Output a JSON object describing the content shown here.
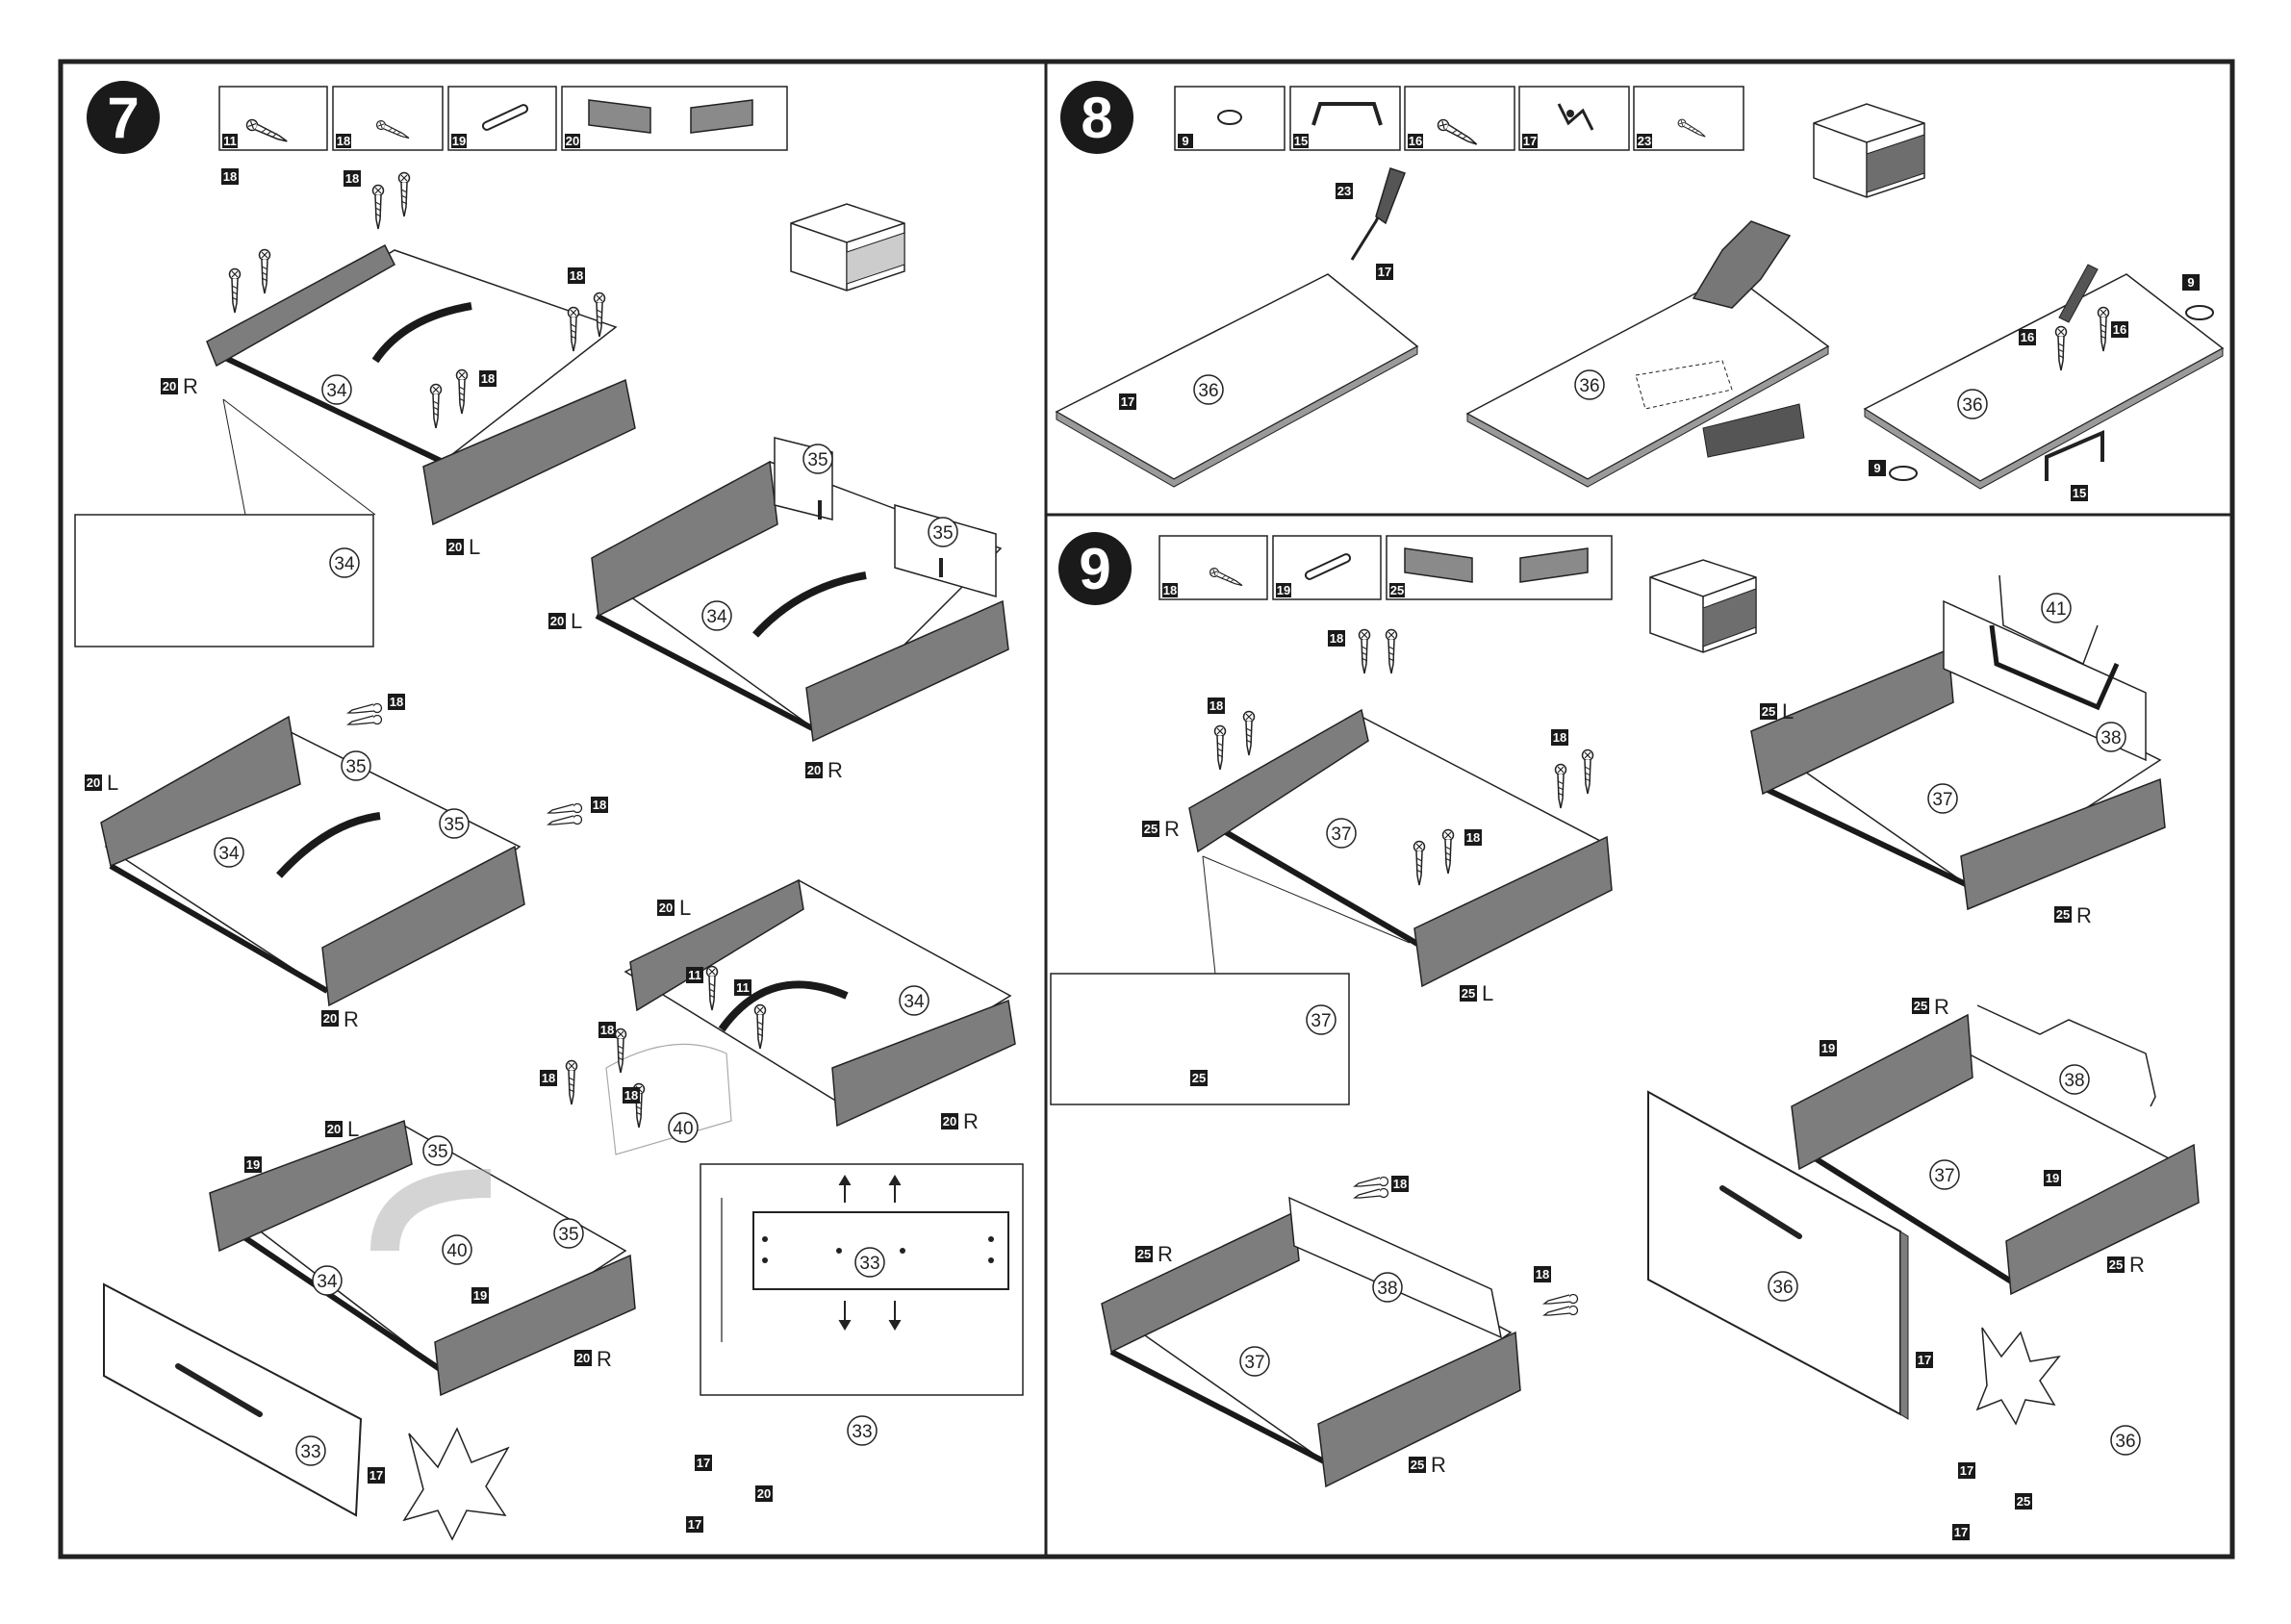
{
  "steps": [
    {
      "number": "7",
      "parts": [
        "11",
        "18",
        "19",
        "20"
      ]
    },
    {
      "number": "8",
      "parts": [
        "9",
        "15",
        "16",
        "17",
        "23"
      ]
    },
    {
      "number": "9",
      "parts": [
        "18",
        "19",
        "25"
      ]
    }
  ],
  "side": {
    "left": "L",
    "right": "R"
  },
  "labels": {
    "p9": "9",
    "p11": "11",
    "p15": "15",
    "p16": "16",
    "p17": "17",
    "p18": "18",
    "p19": "19",
    "p20": "20",
    "p23": "23",
    "p25": "25",
    "p33": "33",
    "p34": "34",
    "p35": "35",
    "p36": "36",
    "p37": "37",
    "p38": "38",
    "p40": "40",
    "p41": "41"
  }
}
